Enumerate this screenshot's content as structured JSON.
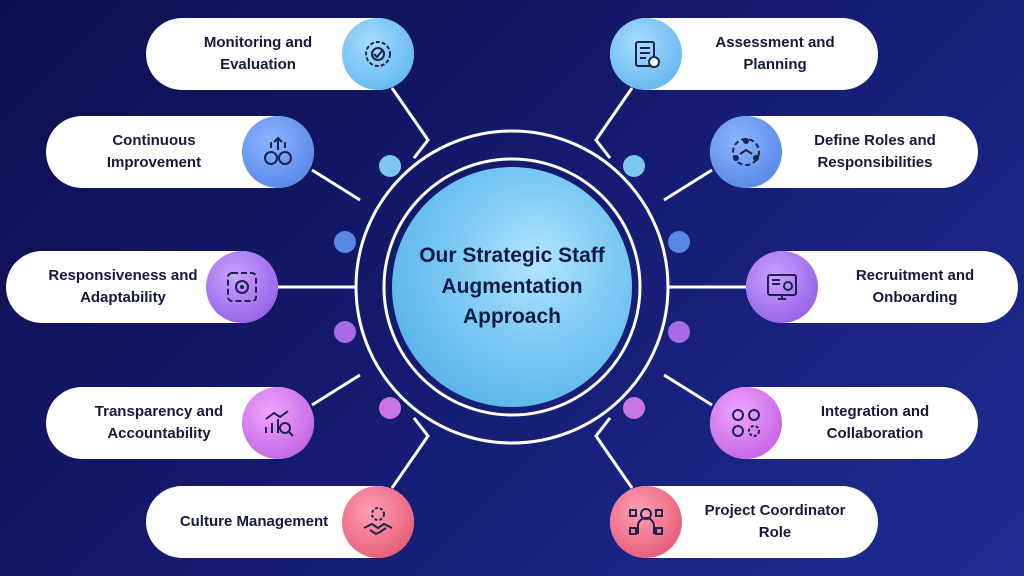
{
  "diagram": {
    "center_title": "Our Strategic Staff Augmentation Approach",
    "left_items": [
      {
        "label": "Monitoring and\nEvaluation",
        "icon": "monitoring-gear-icon",
        "color": "#62b8ee"
      },
      {
        "label": "Continuous\nImprovement",
        "icon": "improvement-gears-icon",
        "color": "#5a8ee8"
      },
      {
        "label": "Responsiveness and\nAdaptability",
        "icon": "adaptability-cycle-icon",
        "color": "#9a62e6"
      },
      {
        "label": "Transparency and\nAccountability",
        "icon": "accountability-chart-icon",
        "color": "#c266dd"
      },
      {
        "label": "Culture Management",
        "icon": "handshake-icon",
        "color": "#e85a78"
      }
    ],
    "right_items": [
      {
        "label": "Assessment and\nPlanning",
        "icon": "clipboard-icon",
        "color": "#62b8ee"
      },
      {
        "label": "Define Roles and\nResponsibilities",
        "icon": "team-roles-icon",
        "color": "#5a8ee8"
      },
      {
        "label": "Recruitment and\nOnboarding",
        "icon": "recruitment-monitor-icon",
        "color": "#9a62e6"
      },
      {
        "label": "Integration and\nCollaboration",
        "icon": "collaboration-people-icon",
        "color": "#c266dd"
      },
      {
        "label": "Project Coordinator\nRole",
        "icon": "coordinator-icon",
        "color": "#e85a78"
      }
    ],
    "background": [
      "#0c0f4d",
      "#1f2c93"
    ],
    "node_colors": [
      "#7cc6ef",
      "#5a86e4",
      "#a86ae6",
      "#c878e6"
    ]
  }
}
